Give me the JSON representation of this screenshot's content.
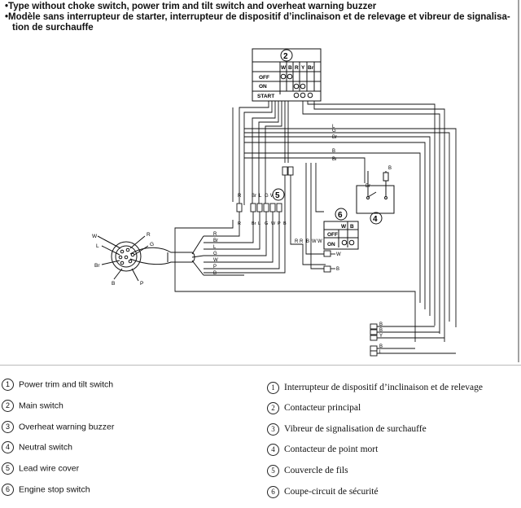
{
  "header": {
    "line1": "•Type without choke switch, power trim and tilt switch and overheat warning buzzer",
    "line2": "•Modèle sans interrupteur de starter, interrupteur de dispositif d’inclinaison et de relevage et vibreur de signalisa-",
    "line3": "tion de surchauffe"
  },
  "main_switch": {
    "callout": "2",
    "columns": [
      "W",
      "B",
      "R",
      "Y",
      "Br"
    ],
    "rows": [
      "OFF",
      "ON",
      "START"
    ]
  },
  "stop_switch": {
    "callout": "6",
    "columns": [
      "W",
      "B"
    ],
    "rows": [
      "OFF",
      "ON"
    ]
  },
  "callouts": {
    "lead_cover": "5",
    "neutral": "4"
  },
  "connector_labels": [
    "W",
    "L",
    "Br",
    "R",
    "G",
    "B",
    "P"
  ],
  "bundle_labels": [
    "R",
    "Br",
    "L",
    "G",
    "W",
    "P",
    "B"
  ],
  "harness_labels": [
    "R",
    "Br",
    "L",
    "G",
    "W",
    "P",
    "B"
  ],
  "cover_labels": [
    "R",
    "Br",
    "L",
    "G",
    "W",
    "W"
  ],
  "right_labels": [
    "L",
    "G",
    "Br",
    "B",
    "Br"
  ],
  "neutral_labels": [
    "Br",
    "B"
  ],
  "plug_labels": [
    "B",
    "W",
    "W"
  ],
  "stop_plug_labels": [
    "W",
    "B"
  ],
  "bottom_right_labels": [
    "B",
    "B",
    "Y",
    "B",
    "L"
  ],
  "r_labels": [
    "R",
    "R"
  ],
  "legend_en": [
    {
      "num": "1",
      "text": "Power trim and tilt switch"
    },
    {
      "num": "2",
      "text": "Main switch"
    },
    {
      "num": "3",
      "text": "Overheat warning buzzer"
    },
    {
      "num": "4",
      "text": "Neutral switch"
    },
    {
      "num": "5",
      "text": "Lead wire cover"
    },
    {
      "num": "6",
      "text": "Engine stop switch"
    }
  ],
  "legend_fr": [
    {
      "num": "1",
      "text": "Interrupteur de dispositif d’inclinaison et de relevage"
    },
    {
      "num": "2",
      "text": "Contacteur principal"
    },
    {
      "num": "3",
      "text": "Vibreur de signalisation de surchauffe"
    },
    {
      "num": "4",
      "text": "Contacteur de point mort"
    },
    {
      "num": "5",
      "text": "Couvercle de fils"
    },
    {
      "num": "6",
      "text": "Coupe-circuit de sécurité"
    }
  ]
}
